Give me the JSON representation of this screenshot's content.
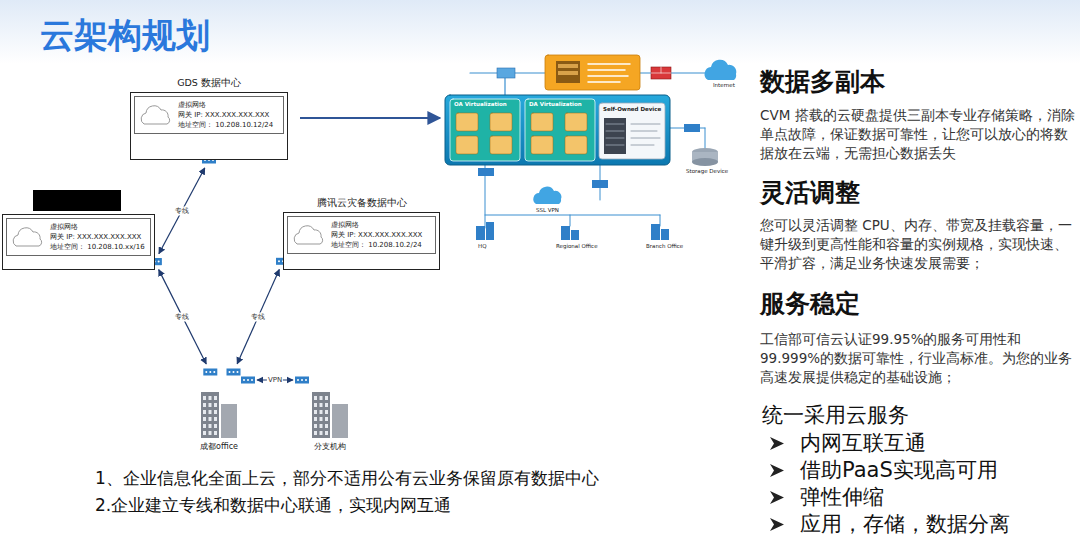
{
  "diagram": {
    "title": "云架构规划",
    "nodes": [
      {
        "text": [
          "GDS 数据中心",
          "虚拟网络",
          "网关 IP: XXX.XXX.XXX.XXX",
          "地址空间： 10.208.10.12/24"
        ]
      },
      {
        "text": [
          "虚拟网络",
          "网关 IP: XXX.XXX.XXX.XXX",
          "地址空间： 10.208.10.xx/16"
        ]
      },
      {
        "text": [
          "腾讯云灾备数据中心",
          "虚拟网络",
          "网关 IP: XXX.XXX.XXX.XXX",
          "地址空间： 10.208.10.2/24"
        ]
      },
      {
        "text": [
          "成都office"
        ]
      },
      {
        "text": [
          "分支机构"
        ]
      }
    ],
    "edges": [
      {
        "from": 0,
        "to": 1,
        "arrow": "both",
        "label": "专线"
      },
      {
        "from": 1,
        "to": 3,
        "arrow": "both",
        "label": "专线"
      },
      {
        "from": 2,
        "to": 3,
        "arrow": "both",
        "label": "专线"
      },
      {
        "from": 3,
        "to": 4,
        "arrow": "both",
        "label": "VPN"
      }
    ],
    "labels": [
      "数据多副本",
      "CVM 搭载的云硬盘提供三副本专业存储策略，消除单点故障，保证数据可靠性，让您可以放心的将数据放在云端，无需担心数据丢失",
      "灵活调整",
      "您可以灵活调整 CPU、内存、带宽及挂载容量，一键升级到更高性能和容量的实例规格，实现快速、平滑扩容，满足业务快速发展需要；",
      "服务稳定",
      "工信部可信云认证99.95%的服务可用性和99.999%的数据可靠性，行业高标准。为您的业务高速发展提供稳定的基础设施；",
      "统一采用云服务",
      "内网互联互通",
      "借助PaaS实现高可用",
      "弹性伸缩",
      "应用，存储，数据分离",
      "1、企业信息化全面上云，部分不适用公有云业务保留原有数据中心",
      "2.企业建立专线和数据中心联通，实现内网互通",
      "OA Virtualization",
      "DA Virtualization",
      "Self-Owned Device",
      "Internet",
      "Storage Device",
      "HQ",
      "Regional Office",
      "Branch Office",
      "SSL VPN"
    ]
  }
}
